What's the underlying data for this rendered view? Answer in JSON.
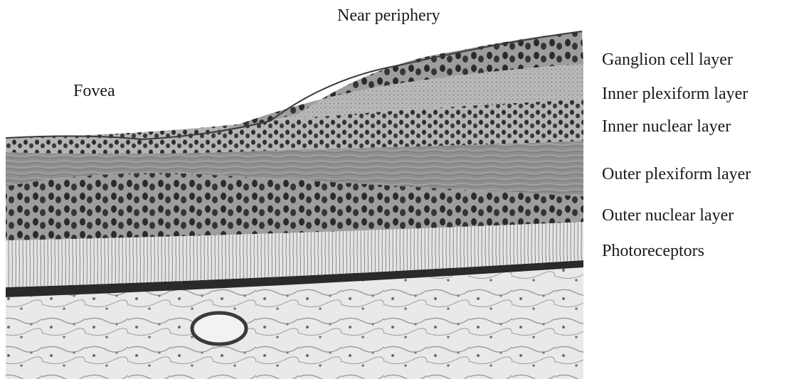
{
  "figure": {
    "top_labels": {
      "near_periphery": "Near periphery",
      "fovea": "Fovea"
    },
    "layer_labels": [
      "Ganglion cell layer",
      "Inner plexiform layer",
      "Inner nuclear layer",
      "Outer plexiform layer",
      "Outer nuclear layer",
      "Photoreceptors"
    ],
    "colors": {
      "ink": "#1a1a1a",
      "nuclei": "#2b2b2b",
      "plexiform": "#8a8a8a",
      "background": "#ffffff"
    }
  }
}
